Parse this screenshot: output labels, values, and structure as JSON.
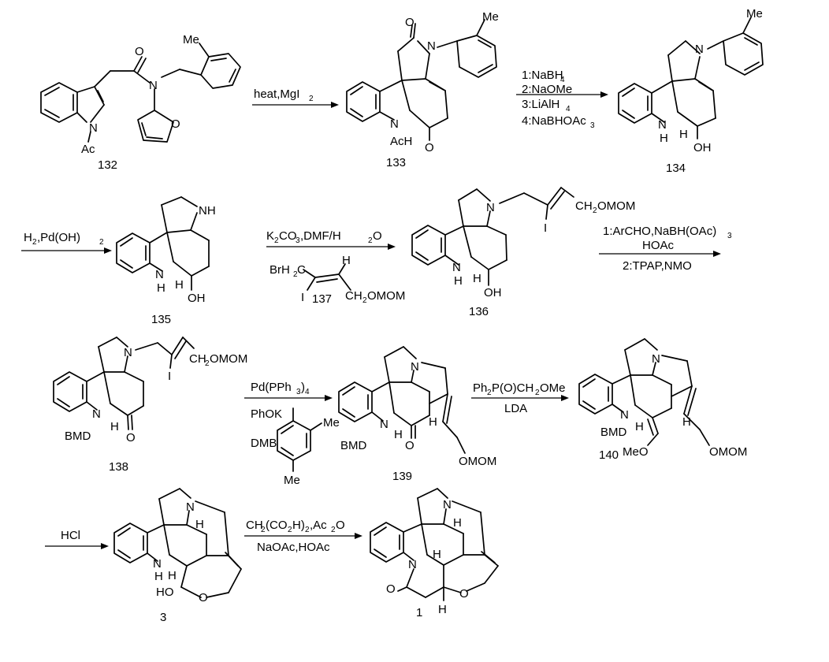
{
  "compounds": {
    "c132": "132",
    "c133": "133",
    "c134": "134",
    "c135": "135",
    "c136": "136",
    "c137": "137",
    "c138": "138",
    "c139": "139",
    "c140": "140",
    "c3": "3",
    "c1": "1"
  },
  "steps": {
    "s1": "heat,MgI",
    "s2_1": "1:NaBH",
    "s2_2": "2:NaOMe",
    "s2_3": "3:LiAlH",
    "s2_4": "4:NaBHOAc",
    "s3": "H",
    "s3b": ",Pd(OH)",
    "s4": "K",
    "s4b": "CO",
    "s4c": ",DMF/H",
    "s4d": "O",
    "s5_1": "1:ArCHO,NaBH(OAc)",
    "s5_2": "HOAc",
    "s5_3": "2:TPAP,NMO",
    "s6_1": "Pd(PPh",
    "s6_1b": ")",
    "s6_2": "PhOK",
    "s6_3": "DMB",
    "s7_1": "Ph",
    "s7_1b": "P(O)CH",
    "s7_1c": "OMe",
    "s7_2": "LDA",
    "s8": "HCl",
    "s9_1": "CH",
    "s9_1b": "(CO",
    "s9_1c": "H)",
    "s9_1d": ",Ac",
    "s9_1e": "O",
    "s9_2": "NaOAc,HOAc"
  },
  "atoms": {
    "me": "Me",
    "o": "O",
    "n": "N",
    "nh": "NH",
    "ac": "Ac",
    "ach": "AcH",
    "h": "H",
    "oh": "OH",
    "ho": "HO",
    "i": "I",
    "mom": "CH",
    "mom2": "OMOM",
    "omom": "OMOM",
    "bmd": "BMD",
    "meo": "MeO",
    "brh": "BrH",
    "brc": "C",
    "two": "2",
    "three": "3",
    "four": "4"
  }
}
